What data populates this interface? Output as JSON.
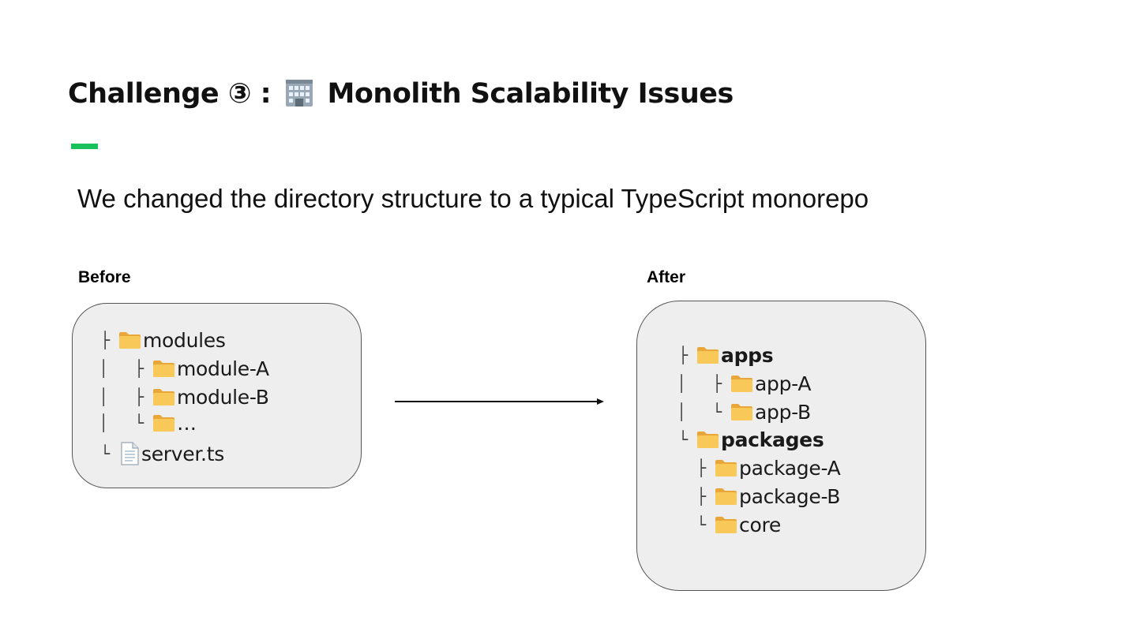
{
  "slide": {
    "title_prefix": "Challenge ③ :",
    "title_suffix": "Monolith Scalability Issues",
    "building_icon": "office-building-icon",
    "accent_color": "#19c15d",
    "subtitle": "We changed the directory structure to a typical TypeScript monorepo"
  },
  "before": {
    "label": "Before",
    "items": [
      {
        "guide": "├",
        "icon": "folder-icon",
        "text": "modules",
        "bold": false
      },
      {
        "guide": "│ ├",
        "icon": "folder-icon",
        "text": "module-A",
        "bold": false
      },
      {
        "guide": "│ ├",
        "icon": "folder-icon",
        "text": "module-B",
        "bold": false
      },
      {
        "guide": "│ └",
        "icon": "folder-icon",
        "text": "…",
        "bold": false
      },
      {
        "guide": "└",
        "icon": "file-icon",
        "text": "server.ts",
        "bold": false
      }
    ]
  },
  "after": {
    "label": "After",
    "items": [
      {
        "guide": "├",
        "icon": "folder-icon",
        "text": "apps",
        "bold": true
      },
      {
        "guide": "│ ├",
        "icon": "folder-icon",
        "text": "app-A",
        "bold": false
      },
      {
        "guide": "│ └",
        "icon": "folder-icon",
        "text": "app-B",
        "bold": false
      },
      {
        "guide": "└",
        "icon": "folder-icon",
        "text": "packages",
        "bold": true
      },
      {
        "guide": "├",
        "icon": "folder-icon",
        "text": "package-A",
        "bold": false
      },
      {
        "guide": "├",
        "icon": "folder-icon",
        "text": "package-B",
        "bold": false
      },
      {
        "guide": "└",
        "icon": "folder-icon",
        "text": "core",
        "bold": false
      }
    ]
  }
}
